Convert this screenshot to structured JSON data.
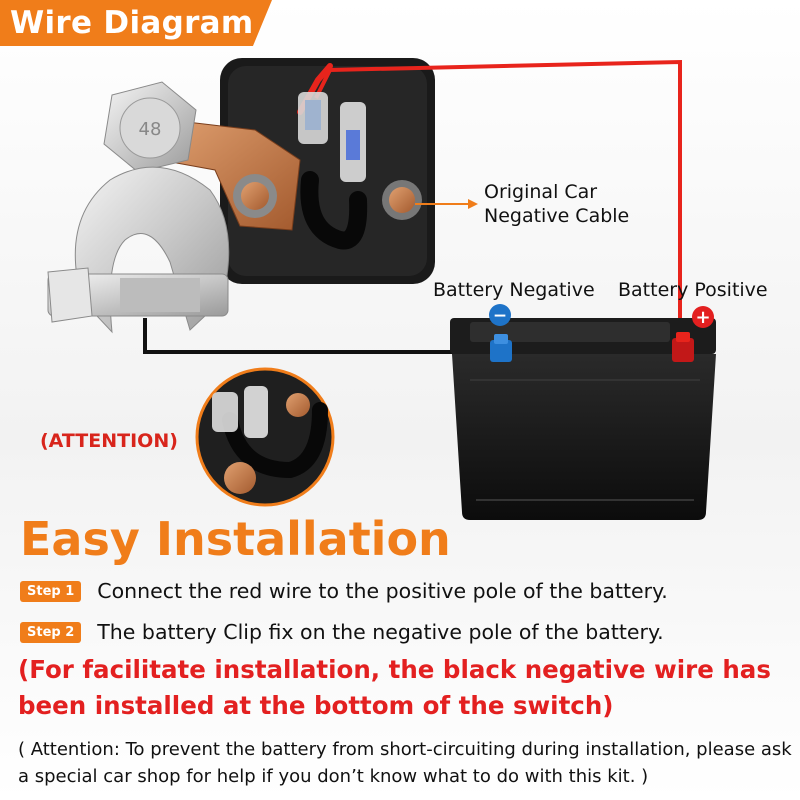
{
  "banner": {
    "title": "Wire Diagram"
  },
  "diagram": {
    "clip_stamp": "48",
    "original_cable_label_line1": "Original Car",
    "original_cable_label_line2": "Negative Cable",
    "battery_negative_label": "Battery Negative",
    "battery_positive_label": "Battery Positive",
    "negative_symbol": "−",
    "positive_symbol": "+",
    "attention_label": "(ATTENTION)",
    "colors": {
      "red_wire": "#e8241c",
      "black_wire": "#111111",
      "accent_orange": "#f07d1a",
      "negative_blue": "#1e73c8",
      "positive_red": "#e32020"
    }
  },
  "installation": {
    "heading": "Easy Installation",
    "steps": [
      {
        "badge": "Step 1",
        "text": "Connect the red wire to the positive pole of the battery."
      },
      {
        "badge": "Step 2",
        "text": "The battery Clip fix on the negative pole of the battery."
      }
    ],
    "red_note": "(For facilitate installation, the black negative wire has been installed at the bottom of the switch)",
    "attention_note": "( Attention: To prevent the battery from short-circuiting during installation, please ask a special car shop for help if you don’t know what to do with this kit. )"
  }
}
